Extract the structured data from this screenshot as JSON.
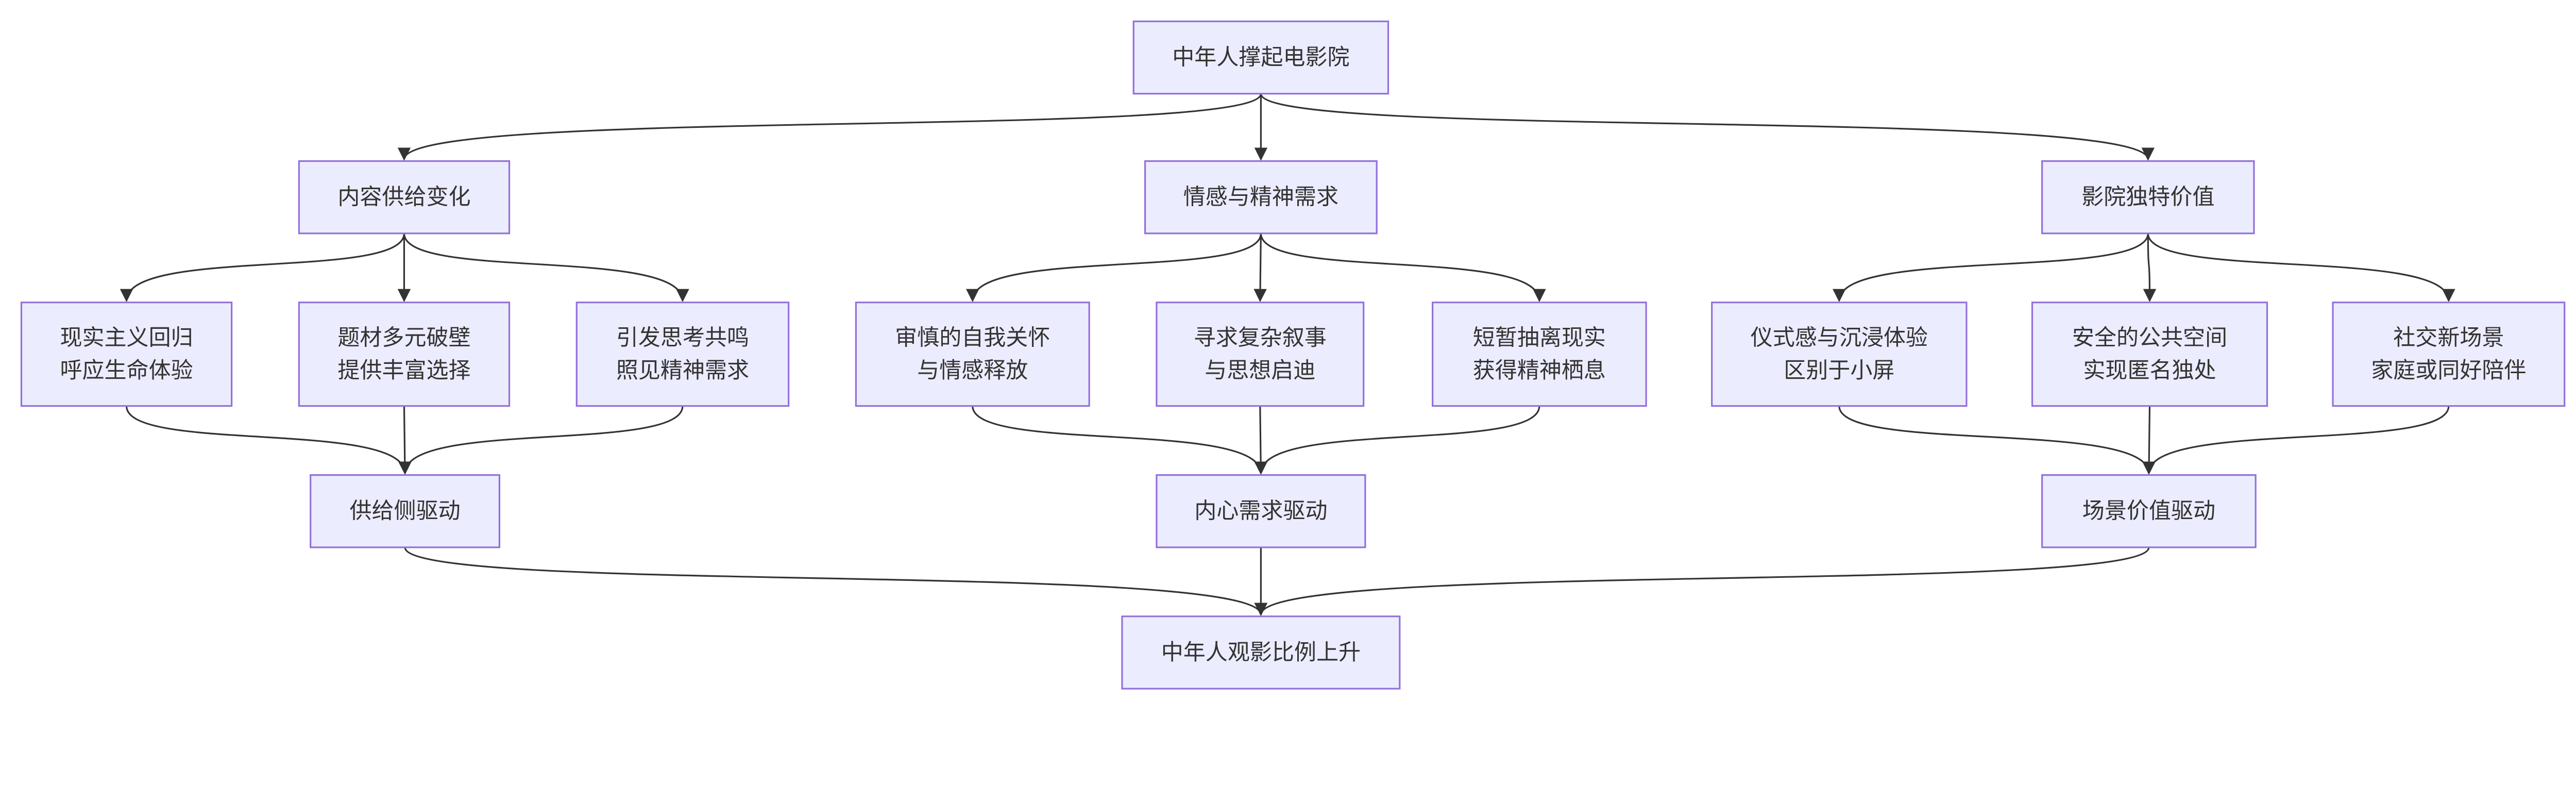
{
  "colors": {
    "node_fill": "#ECECFF",
    "node_stroke": "#9370DB",
    "edge": "#333333",
    "text": "#333333"
  },
  "nodes": {
    "root": {
      "lines": [
        "中年人撑起电影院"
      ]
    },
    "supply": {
      "lines": [
        "内容供给变化"
      ]
    },
    "emotion": {
      "lines": [
        "情感与精神需求"
      ]
    },
    "value": {
      "lines": [
        "影院独特价值"
      ]
    },
    "s1": {
      "lines": [
        "现实主义回归",
        "呼应生命体验"
      ]
    },
    "s2": {
      "lines": [
        "题材多元破壁",
        "提供丰富选择"
      ]
    },
    "s3": {
      "lines": [
        "引发思考共鸣",
        "照见精神需求"
      ]
    },
    "e1": {
      "lines": [
        "审慎的自我关怀",
        "与情感释放"
      ]
    },
    "e2": {
      "lines": [
        "寻求复杂叙事",
        "与思想启迪"
      ]
    },
    "e3": {
      "lines": [
        "短暂抽离现实",
        "获得精神栖息"
      ]
    },
    "v1": {
      "lines": [
        "仪式感与沉浸体验",
        "区别于小屏"
      ]
    },
    "v2": {
      "lines": [
        "安全的公共空间",
        "实现匿名独处"
      ]
    },
    "v3": {
      "lines": [
        "社交新场景",
        "家庭或同好陪伴"
      ]
    },
    "sd": {
      "lines": [
        "供给侧驱动"
      ]
    },
    "ed": {
      "lines": [
        "内心需求驱动"
      ]
    },
    "vd": {
      "lines": [
        "场景价值驱动"
      ]
    },
    "final": {
      "lines": [
        "中年人观影比例上升"
      ]
    }
  },
  "edges": [
    [
      "root",
      "supply"
    ],
    [
      "root",
      "emotion"
    ],
    [
      "root",
      "value"
    ],
    [
      "supply",
      "s1"
    ],
    [
      "supply",
      "s2"
    ],
    [
      "supply",
      "s3"
    ],
    [
      "emotion",
      "e1"
    ],
    [
      "emotion",
      "e2"
    ],
    [
      "emotion",
      "e3"
    ],
    [
      "value",
      "v1"
    ],
    [
      "value",
      "v2"
    ],
    [
      "value",
      "v3"
    ],
    [
      "s1",
      "sd"
    ],
    [
      "s2",
      "sd"
    ],
    [
      "s3",
      "sd"
    ],
    [
      "e1",
      "ed"
    ],
    [
      "e2",
      "ed"
    ],
    [
      "e3",
      "ed"
    ],
    [
      "v1",
      "vd"
    ],
    [
      "v2",
      "vd"
    ],
    [
      "v3",
      "vd"
    ],
    [
      "sd",
      "final"
    ],
    [
      "ed",
      "final"
    ],
    [
      "vd",
      "final"
    ]
  ]
}
